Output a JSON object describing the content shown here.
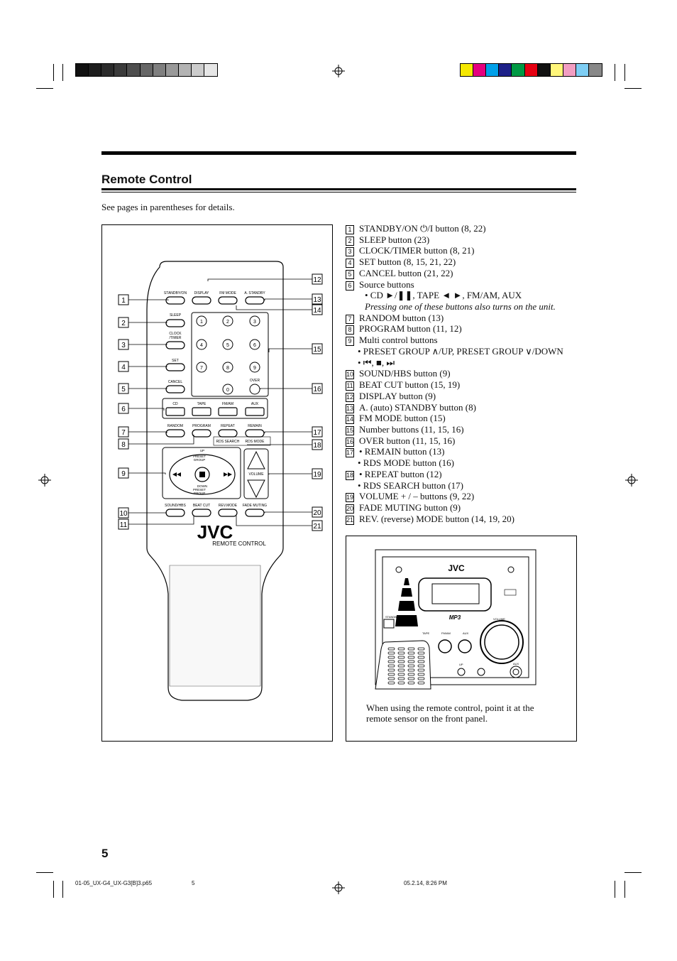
{
  "section_title": "Remote Control",
  "intro_text": "See pages in parentheses for details.",
  "page_number": "5",
  "footer": {
    "file": "01-05_UX-G4_UX-G3[B]3.p65",
    "page": "5",
    "datetime": "05.2.14, 8:26 PM"
  },
  "items": [
    {
      "n": "1",
      "text": "STANDBY/ON ⏻/I button (8, 22)"
    },
    {
      "n": "2",
      "text": "SLEEP button (23)"
    },
    {
      "n": "3",
      "text": "CLOCK/TIMER button (8, 21)"
    },
    {
      "n": "4",
      "text": "SET button (8, 15, 21, 22)"
    },
    {
      "n": "5",
      "text": "CANCEL button (21, 22)"
    },
    {
      "n": "6",
      "text": "Source buttons"
    },
    {
      "n": "7",
      "text": "RANDOM button (13)"
    },
    {
      "n": "8",
      "text": "PROGRAM button (11, 12)"
    },
    {
      "n": "9",
      "text": "Multi control buttons"
    },
    {
      "n": "10",
      "text": "SOUND/HBS button (9)"
    },
    {
      "n": "11",
      "text": "BEAT CUT button (15, 19)"
    },
    {
      "n": "12",
      "text": "DISPLAY button (9)"
    },
    {
      "n": "13",
      "text": "A. (auto) STANDBY button (8)"
    },
    {
      "n": "14",
      "text": "FM MODE button (15)"
    },
    {
      "n": "15",
      "text": "Number buttons (11, 15, 16)"
    },
    {
      "n": "16",
      "text": "OVER button (11, 15, 16)"
    },
    {
      "n": "17",
      "text": "•  REMAIN button (13)"
    },
    {
      "n": "18",
      "text": "•  REPEAT button (12)"
    },
    {
      "n": "19",
      "text": "VOLUME + / – buttons (9, 22)"
    },
    {
      "n": "20",
      "text": "FADE MUTING button (9)"
    },
    {
      "n": "21",
      "text": "REV. (reverse) MODE button (14, 19, 20)"
    }
  ],
  "subitems": {
    "source_buttons": "• CD ►/❚❚, TAPE ◄ ►, FM/AM, AUX",
    "source_note": "Pressing one of these buttons also turns on the unit.",
    "multi_1": "•  PRESET GROUP ∧/UP, PRESET GROUP ∨/DOWN",
    "multi_2": "•  ⏮, ■, ⏭",
    "remain_2": "•  RDS MODE button (16)",
    "repeat_2": "•  RDS SEARCH button (17)"
  },
  "remote": {
    "labels": {
      "standby": "STANDBY/ON",
      "display": "DISPLAY",
      "fm_mode": "FM MODE",
      "a_standby": "A. STANDBY",
      "sleep": "SLEEP",
      "clock": "CLOCK",
      "timer": "/TIMER",
      "set": "SET",
      "cancel": "CANCEL",
      "over": "OVER",
      "cd": "CD",
      "tape": "TAPE",
      "fmam": "FM/AM",
      "aux": "AUX",
      "random": "RANDOM",
      "program": "PROGRAM",
      "repeat": "REPEAT",
      "remain": "REMAIN",
      "rds_search": "RDS SEARCH",
      "rds_mode": "RDS MODE",
      "up": "UP",
      "preset": "PRESET",
      "group": "GROUP",
      "down": "DOWN",
      "volume": "VOLUME",
      "sound": "SOUND/HBS",
      "beat": "BEAT CUT",
      "rev": "REV.MODE",
      "fade": "FADE MUTING",
      "brand": "JVC",
      "remote_control": "REMOTE CONTROL"
    },
    "digits": [
      "1",
      "2",
      "3",
      "4",
      "5",
      "6",
      "7",
      "8",
      "9",
      "0"
    ],
    "callouts": [
      "1",
      "2",
      "3",
      "4",
      "5",
      "6",
      "7",
      "8",
      "9",
      "10",
      "11",
      "12",
      "13",
      "14",
      "15",
      "16",
      "17",
      "18",
      "19",
      "20",
      "21"
    ]
  },
  "illustration": {
    "brand": "JVC",
    "mp3": "MP3",
    "standby": "STANDBY",
    "tape": "TAPE",
    "fmam": "FM/AM",
    "aux": "AUX",
    "volume": "VOLUME",
    "up": "UP",
    "aux_jack": "AUX",
    "caption": "When using the remote control, point it at the remote sensor on the front panel."
  },
  "colors": {
    "registration_gray": [
      "#111",
      "#1d1d1d",
      "#2b2b2b",
      "#3b3b3b",
      "#4e4e4e",
      "#666",
      "#7f7f7f",
      "#999",
      "#b3b3b3",
      "#ccc",
      "#e6e6e6"
    ],
    "registration_color": [
      "#f5e800",
      "#e5007f",
      "#00a0e9",
      "#1d2088",
      "#009944",
      "#e60012",
      "#111",
      "#fff67a",
      "#f19ec2",
      "#7ecef4",
      "#888"
    ]
  }
}
